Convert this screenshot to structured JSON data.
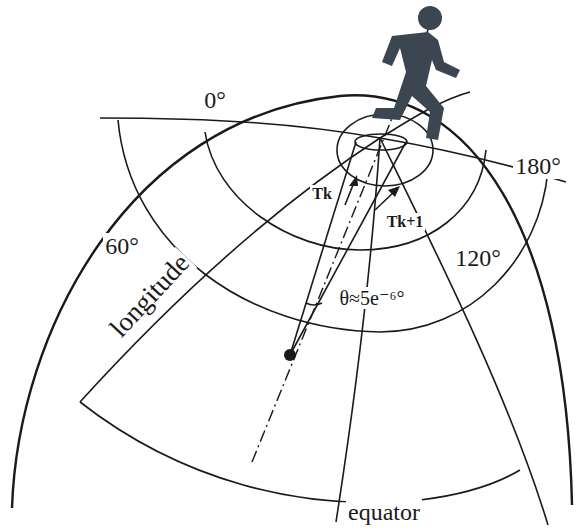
{
  "diagram": {
    "labels": [
      "0°",
      "180°",
      "60°",
      "120°",
      "longitude",
      "Tk",
      "Tk+1",
      "θ≈5e⁻⁶°",
      "equator"
    ]
  }
}
